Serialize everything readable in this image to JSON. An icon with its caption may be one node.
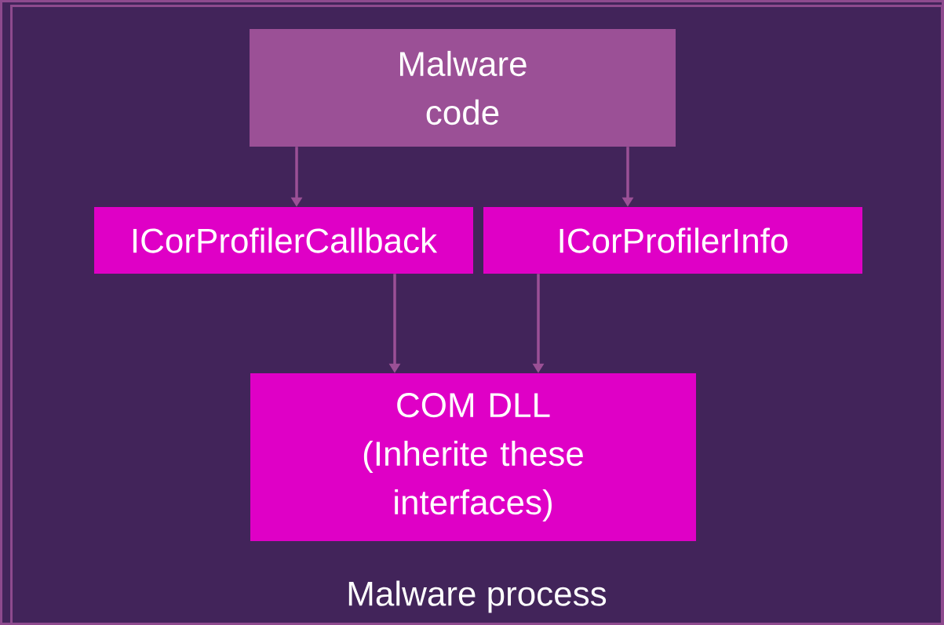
{
  "diagram": {
    "nodes": [
      {
        "text": [
          "Malware process"
        ]
      },
      {
        "text": [
          "Malware code"
        ],
        "in": 0
      },
      {
        "text": [
          "ICorProfilerCallback"
        ],
        "in": 0
      },
      {
        "text": [
          "ICorProfilerInfo"
        ],
        "in": 0
      },
      {
        "text": [
          "COM DLL (Inherite these interfaces)"
        ],
        "in": 0
      }
    ],
    "edges": [
      {
        "from": 1,
        "to": 2,
        "arrow": "to"
      },
      {
        "from": 1,
        "to": 3,
        "arrow": "to"
      },
      {
        "from": 2,
        "to": 4,
        "arrow": "to"
      },
      {
        "from": 3,
        "to": 4,
        "arrow": "to"
      }
    ]
  }
}
